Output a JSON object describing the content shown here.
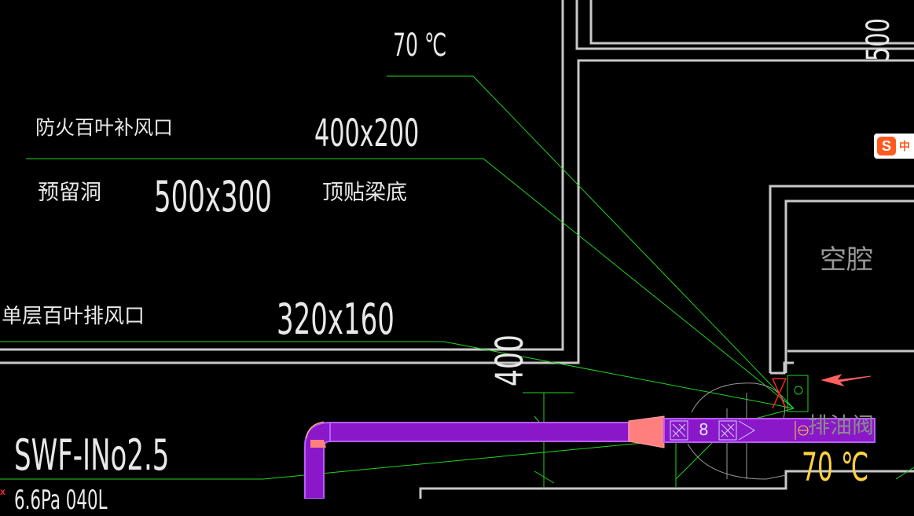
{
  "labels": {
    "temp_top": "70 ℃",
    "fire_damper_name": "防火百叶补风口",
    "fire_damper_size": "400x200",
    "opening_name": "预留洞",
    "opening_size": "500x300",
    "opening_note": "顶贴梁底",
    "exhaust_name": "单层百叶排风口",
    "exhaust_size": "320x160",
    "cavity": "空腔",
    "dim_vertical": "400",
    "fan_model": "SWF-INo2.5",
    "fan_spec_partial": "6.6Pa 040L",
    "valve_label": "排油阀",
    "temp_bottom": "70 ℃",
    "dim_top_right": "500",
    "duct_tag": "8"
  },
  "ime": {
    "logo": "S",
    "label": "中"
  },
  "colors": {
    "background": "#000000",
    "wall": "#c8c8c8",
    "leader": "#22d322",
    "duct": "#8a18c8",
    "duct_edge": "#b85cff",
    "reducer": "#ff7f7f",
    "arrow": "#ff6060",
    "damper_x": "#ff2020",
    "ime_accent": "#ff5a1f"
  },
  "icons": {
    "ime": "sogou-ime-icon",
    "arrow": "direction-arrow-icon",
    "close": "close-icon"
  }
}
